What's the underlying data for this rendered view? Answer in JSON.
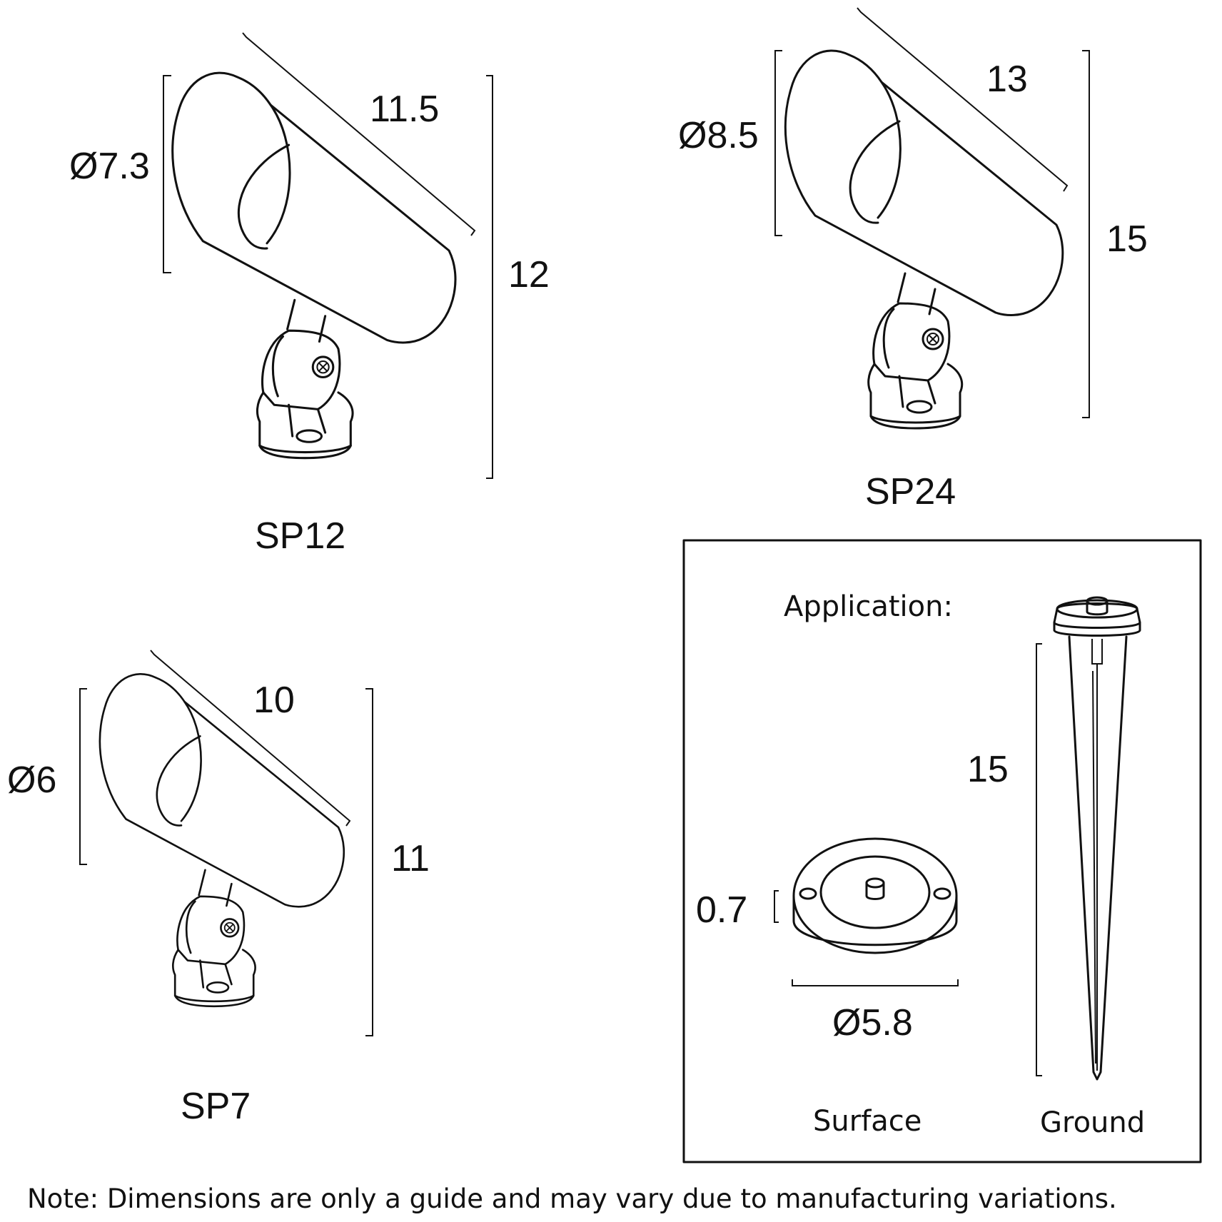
{
  "sp12": {
    "name": "SP12",
    "diameter": "Ø7.3",
    "length": "11.5",
    "height": "12"
  },
  "sp24": {
    "name": "SP24",
    "diameter": "Ø8.5",
    "length": "13",
    "height": "15"
  },
  "sp7": {
    "name": "SP7",
    "diameter": "Ø6",
    "length": "10",
    "height": "11"
  },
  "application": {
    "title": "Application:",
    "surface": {
      "label": "Surface",
      "thickness": "0.7",
      "diameter": "Ø5.8"
    },
    "ground": {
      "label": "Ground",
      "height": "15"
    }
  },
  "note": "Note: Dimensions are only a guide and may vary due to manufacturing variations."
}
